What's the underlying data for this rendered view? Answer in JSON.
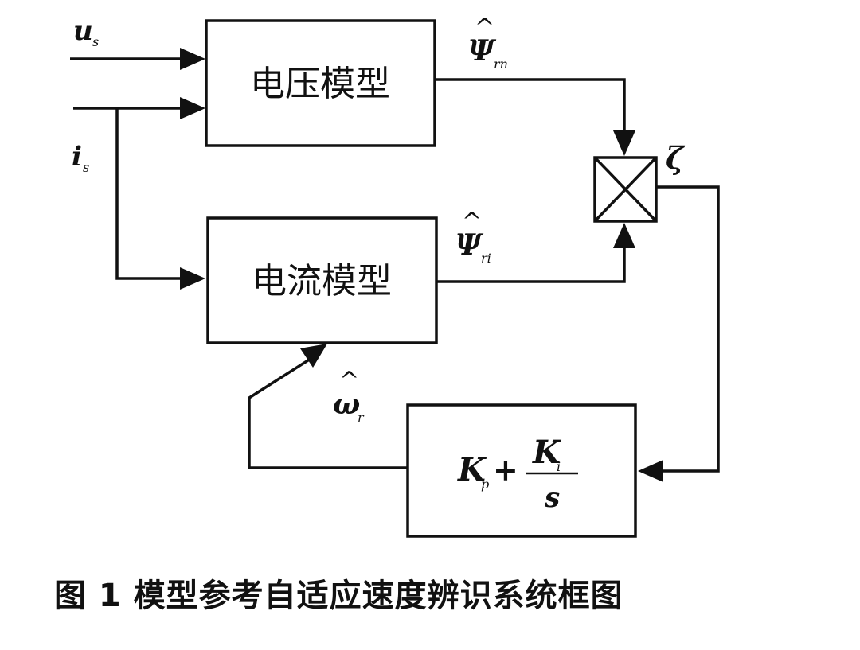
{
  "blocks": {
    "voltage_model": "电压模型",
    "current_model": "电流模型",
    "pi_controller": {
      "kp": "K",
      "kp_sub": "p",
      "plus": "+",
      "ki": "K",
      "ki_sub": "i",
      "denominator": "s"
    }
  },
  "signals": {
    "us": "u",
    "us_sub": "s",
    "is": "i",
    "is_sub": "s",
    "psi_rn": "Ψ",
    "psi_rn_sub": "rn",
    "psi_ri": "Ψ",
    "psi_ri_sub": "ri",
    "omega_r": "ω",
    "omega_r_sub": "r",
    "error": "ζ",
    "hat": "^"
  },
  "caption": "图 1  模型参考自适应速度辨识系统框图"
}
